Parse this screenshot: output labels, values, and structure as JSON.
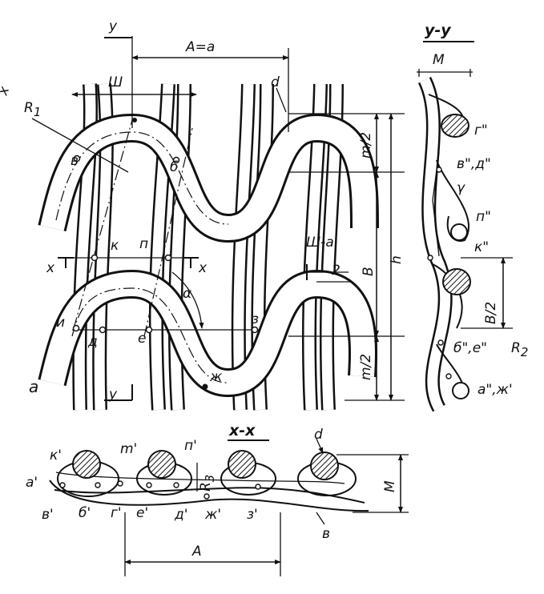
{
  "figure": {
    "labels": {
      "y_top": "y",
      "A_eq_a": "A=a",
      "Sh": "Ш",
      "R1": "R",
      "R1_sub": "1",
      "d_top": "d",
      "m2_top": "m/2",
      "m2_bot": "m/2",
      "B": "B",
      "h": "h",
      "Sh_minus_a": "Ш-a",
      "two": "2",
      "alpha": "α",
      "v": "в",
      "b": "б",
      "k": "к",
      "n": "п",
      "x_left": "x",
      "x_right": "x",
      "i": "и",
      "d_small": "д",
      "e": "е",
      "z": "з",
      "zh": "ж",
      "a_left": "a",
      "y_bottom": "y"
    },
    "side_view": {
      "title": "y-y",
      "M": "M",
      "g": "г\"",
      "v_d": "в\",д\"",
      "gamma": "γ",
      "n": "п\"",
      "k": "к\"",
      "B_half": "B/2",
      "b_e": "б\",е\"",
      "R2": "R",
      "R2_sub": "2",
      "a_zh": "a\",ж'"
    },
    "section_view": {
      "title": "x-x",
      "d": "d",
      "k": "к'",
      "t": "m'",
      "n": "п'",
      "R3": "R",
      "R3_sub": "3",
      "a": "a'",
      "v": "в'",
      "b": "б'",
      "g": "г'",
      "e": "е'",
      "d_small": "д'",
      "zh": "ж'",
      "z": "з'",
      "v_right": "в",
      "M": "M",
      "A": "A"
    },
    "margin_mark": "х"
  }
}
